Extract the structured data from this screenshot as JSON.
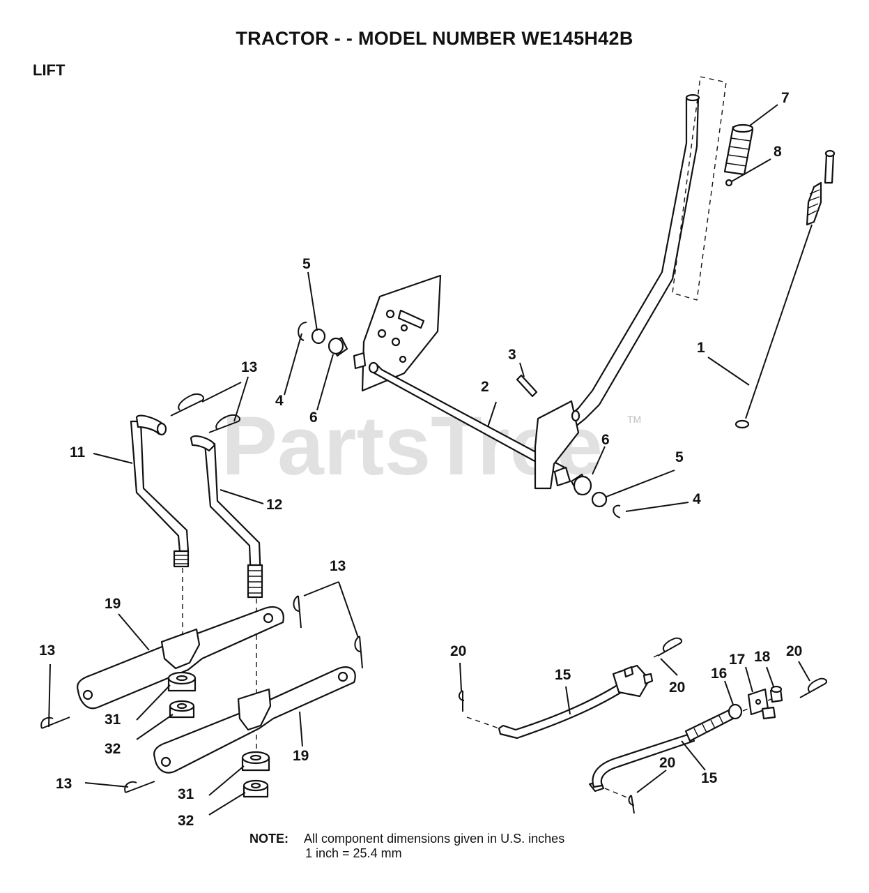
{
  "header": {
    "title": "TRACTOR - - MODEL NUMBER WE145H42B",
    "section": "LIFT"
  },
  "watermark": {
    "text": "PartsTree",
    "tm": "TM"
  },
  "callouts": {
    "c1": "1",
    "c2": "2",
    "c3": "3",
    "c4a": "4",
    "c4b": "4",
    "c5a": "5",
    "c5b": "5",
    "c6a": "6",
    "c6b": "6",
    "c7": "7",
    "c8": "8",
    "c11": "11",
    "c12": "12",
    "c13a": "13",
    "c13b": "13",
    "c13c": "13",
    "c13d": "13",
    "c15a": "15",
    "c15b": "15",
    "c16": "16",
    "c17": "17",
    "c18": "18",
    "c19a": "19",
    "c19b": "19",
    "c20a": "20",
    "c20b": "20",
    "c20c": "20",
    "c20d": "20",
    "c31a": "31",
    "c31b": "31",
    "c32a": "32",
    "c32b": "32"
  },
  "note": {
    "label": "NOTE:",
    "line1": "All component dimensions given in U.S. inches",
    "line2": "1 inch = 25.4 mm"
  }
}
